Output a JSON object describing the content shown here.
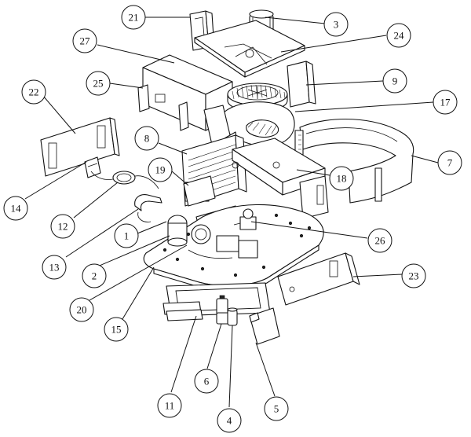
{
  "diagram": {
    "callouts": [
      {
        "id": "c21",
        "label": "21"
      },
      {
        "id": "c3",
        "label": "3"
      },
      {
        "id": "c27",
        "label": "27"
      },
      {
        "id": "c24",
        "label": "24"
      },
      {
        "id": "c22",
        "label": "22"
      },
      {
        "id": "c25",
        "label": "25"
      },
      {
        "id": "c9",
        "label": "9"
      },
      {
        "id": "c17",
        "label": "17"
      },
      {
        "id": "c8",
        "label": "8"
      },
      {
        "id": "c7",
        "label": "7"
      },
      {
        "id": "c19",
        "label": "19"
      },
      {
        "id": "c18",
        "label": "18"
      },
      {
        "id": "c14",
        "label": "14"
      },
      {
        "id": "c12",
        "label": "12"
      },
      {
        "id": "c1",
        "label": "1"
      },
      {
        "id": "c26",
        "label": "26"
      },
      {
        "id": "c13",
        "label": "13"
      },
      {
        "id": "c2",
        "label": "2"
      },
      {
        "id": "c23",
        "label": "23"
      },
      {
        "id": "c20",
        "label": "20"
      },
      {
        "id": "c15",
        "label": "15"
      },
      {
        "id": "c6",
        "label": "6"
      },
      {
        "id": "c11",
        "label": "11"
      },
      {
        "id": "c5",
        "label": "5"
      },
      {
        "id": "c4",
        "label": "4"
      }
    ]
  }
}
